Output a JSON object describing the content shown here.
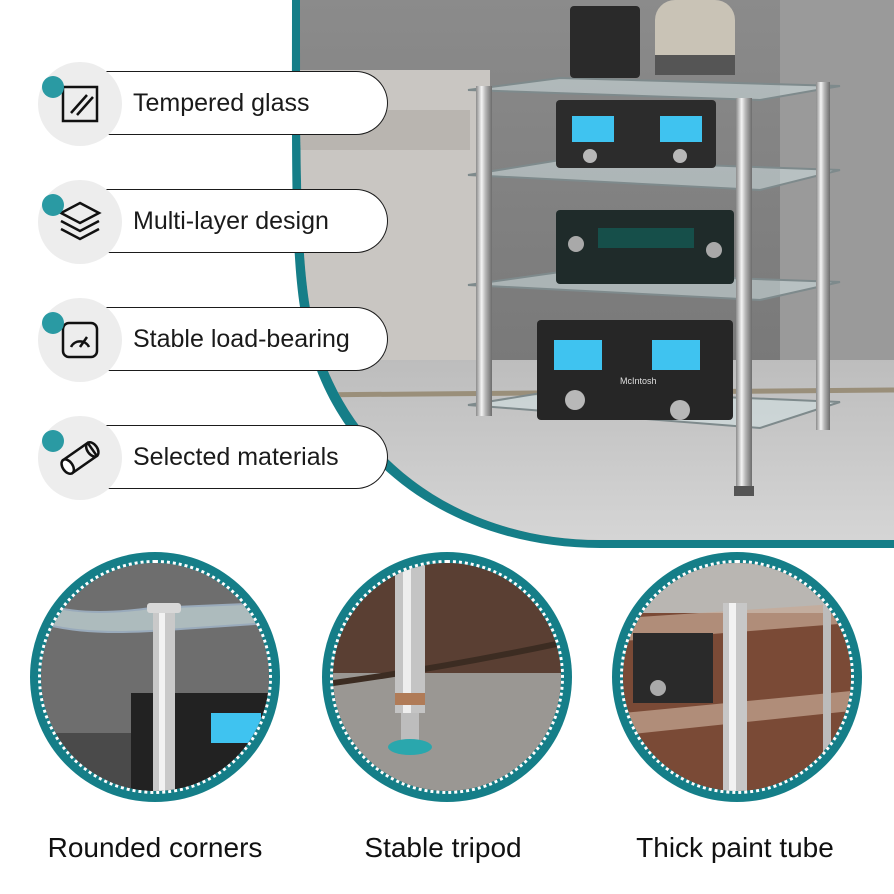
{
  "features": [
    {
      "label": "Tempered glass",
      "icon": "tempered-glass-icon"
    },
    {
      "label": "Multi-layer design",
      "icon": "layers-icon"
    },
    {
      "label": "Stable load-bearing",
      "icon": "gauge-icon"
    },
    {
      "label": "Selected materials",
      "icon": "tube-icon"
    }
  ],
  "details": [
    {
      "caption": "Rounded corners"
    },
    {
      "caption": "Stable tripod"
    },
    {
      "caption": "Thick paint tube"
    }
  ],
  "brand": {
    "device_label": "McIntosh"
  },
  "colors": {
    "accent": "#157e88",
    "dot": "#2a9aa3",
    "meter": "#3fc3f0"
  }
}
